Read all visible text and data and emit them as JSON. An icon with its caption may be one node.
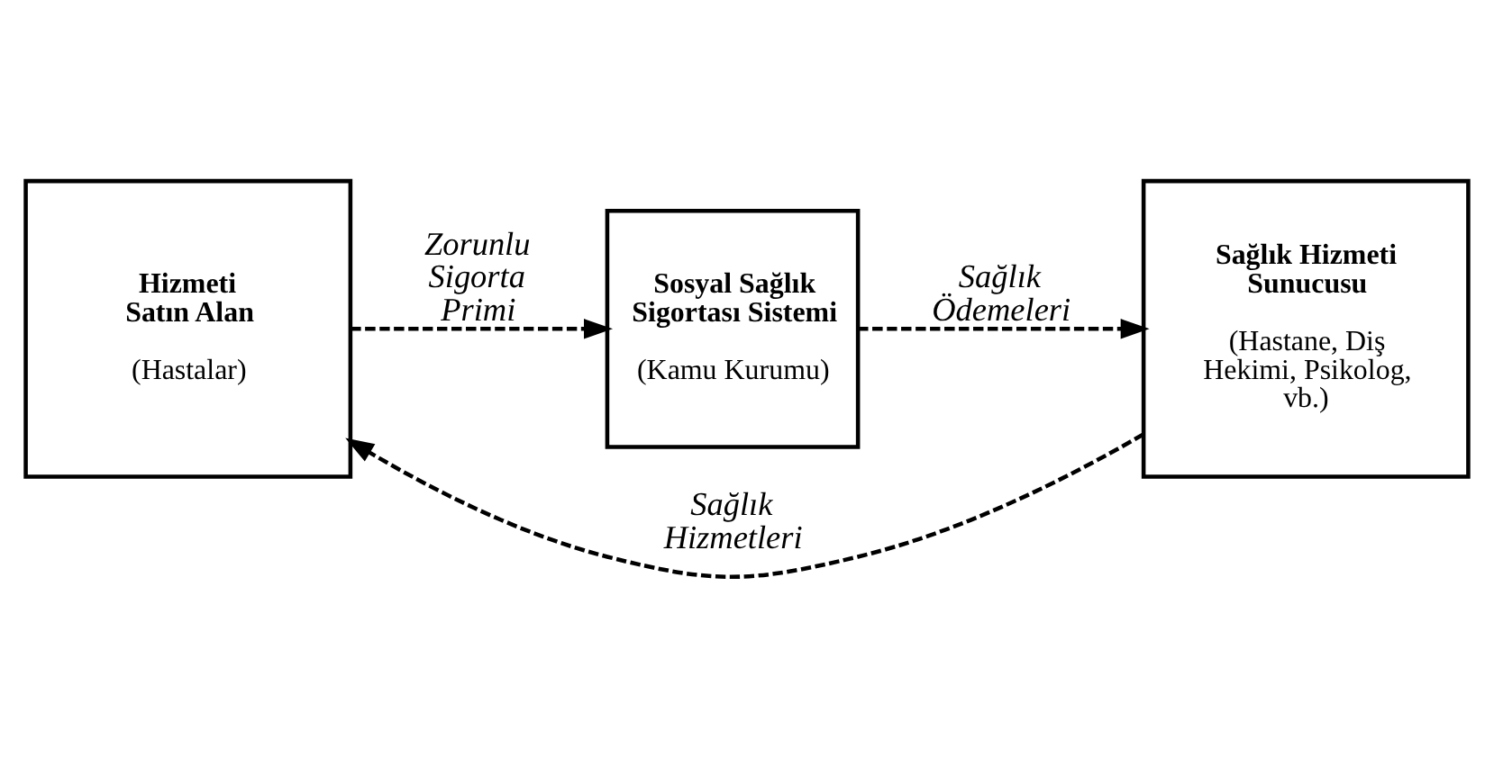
{
  "diagram": {
    "nodes": [
      {
        "text": [
          "Hizmeti Satın Alan",
          "(Hastalar)"
        ]
      },
      {
        "text": [
          "Sosyal Sağlık Sigortası Sistemi",
          "(Kamu Kurumu)"
        ]
      },
      {
        "text": [
          "Sağlık Hizmeti Sunucusu",
          "(Hastane, Diş Hekimi, Psikolog, vb.)"
        ]
      }
    ],
    "edges": [
      {
        "from": 2,
        "to": 0,
        "arrow": "to",
        "style": "dashed",
        "label": "Sağlık Hizmetleri"
      },
      {
        "from": 0,
        "to": 1,
        "arrow": "to",
        "style": "dashed",
        "label": "Zorunlu Sigorta Primi"
      },
      {
        "from": 1,
        "to": 2,
        "arrow": "to",
        "style": "dashed",
        "label": "Sağlık Ödemeleri"
      }
    ]
  }
}
